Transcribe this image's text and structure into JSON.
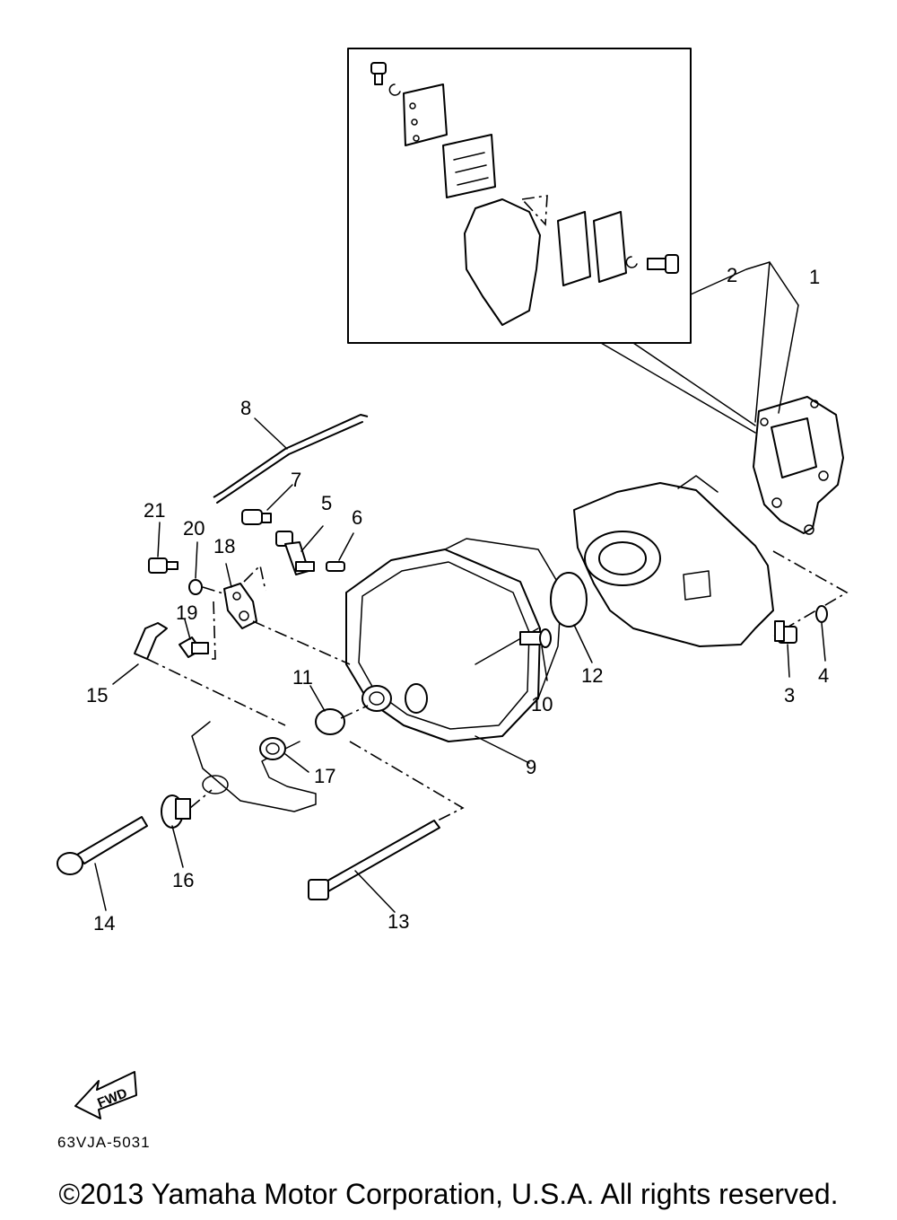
{
  "callouts": {
    "c1": "1",
    "c2": "2",
    "c3": "3",
    "c4": "4",
    "c5": "5",
    "c6": "6",
    "c7": "7",
    "c8": "8",
    "c9": "9",
    "c10": "10",
    "c11": "11",
    "c12": "12",
    "c13": "13",
    "c14": "14",
    "c15": "15",
    "c16": "16",
    "c17": "17",
    "c18": "18",
    "c19": "19",
    "c20": "20",
    "c21": "21"
  },
  "direction_label": "FWD",
  "diagram_code": "63VJA-5031",
  "copyright": "©2013 Yamaha Motor Corporation, U.S.A. All rights reserved."
}
